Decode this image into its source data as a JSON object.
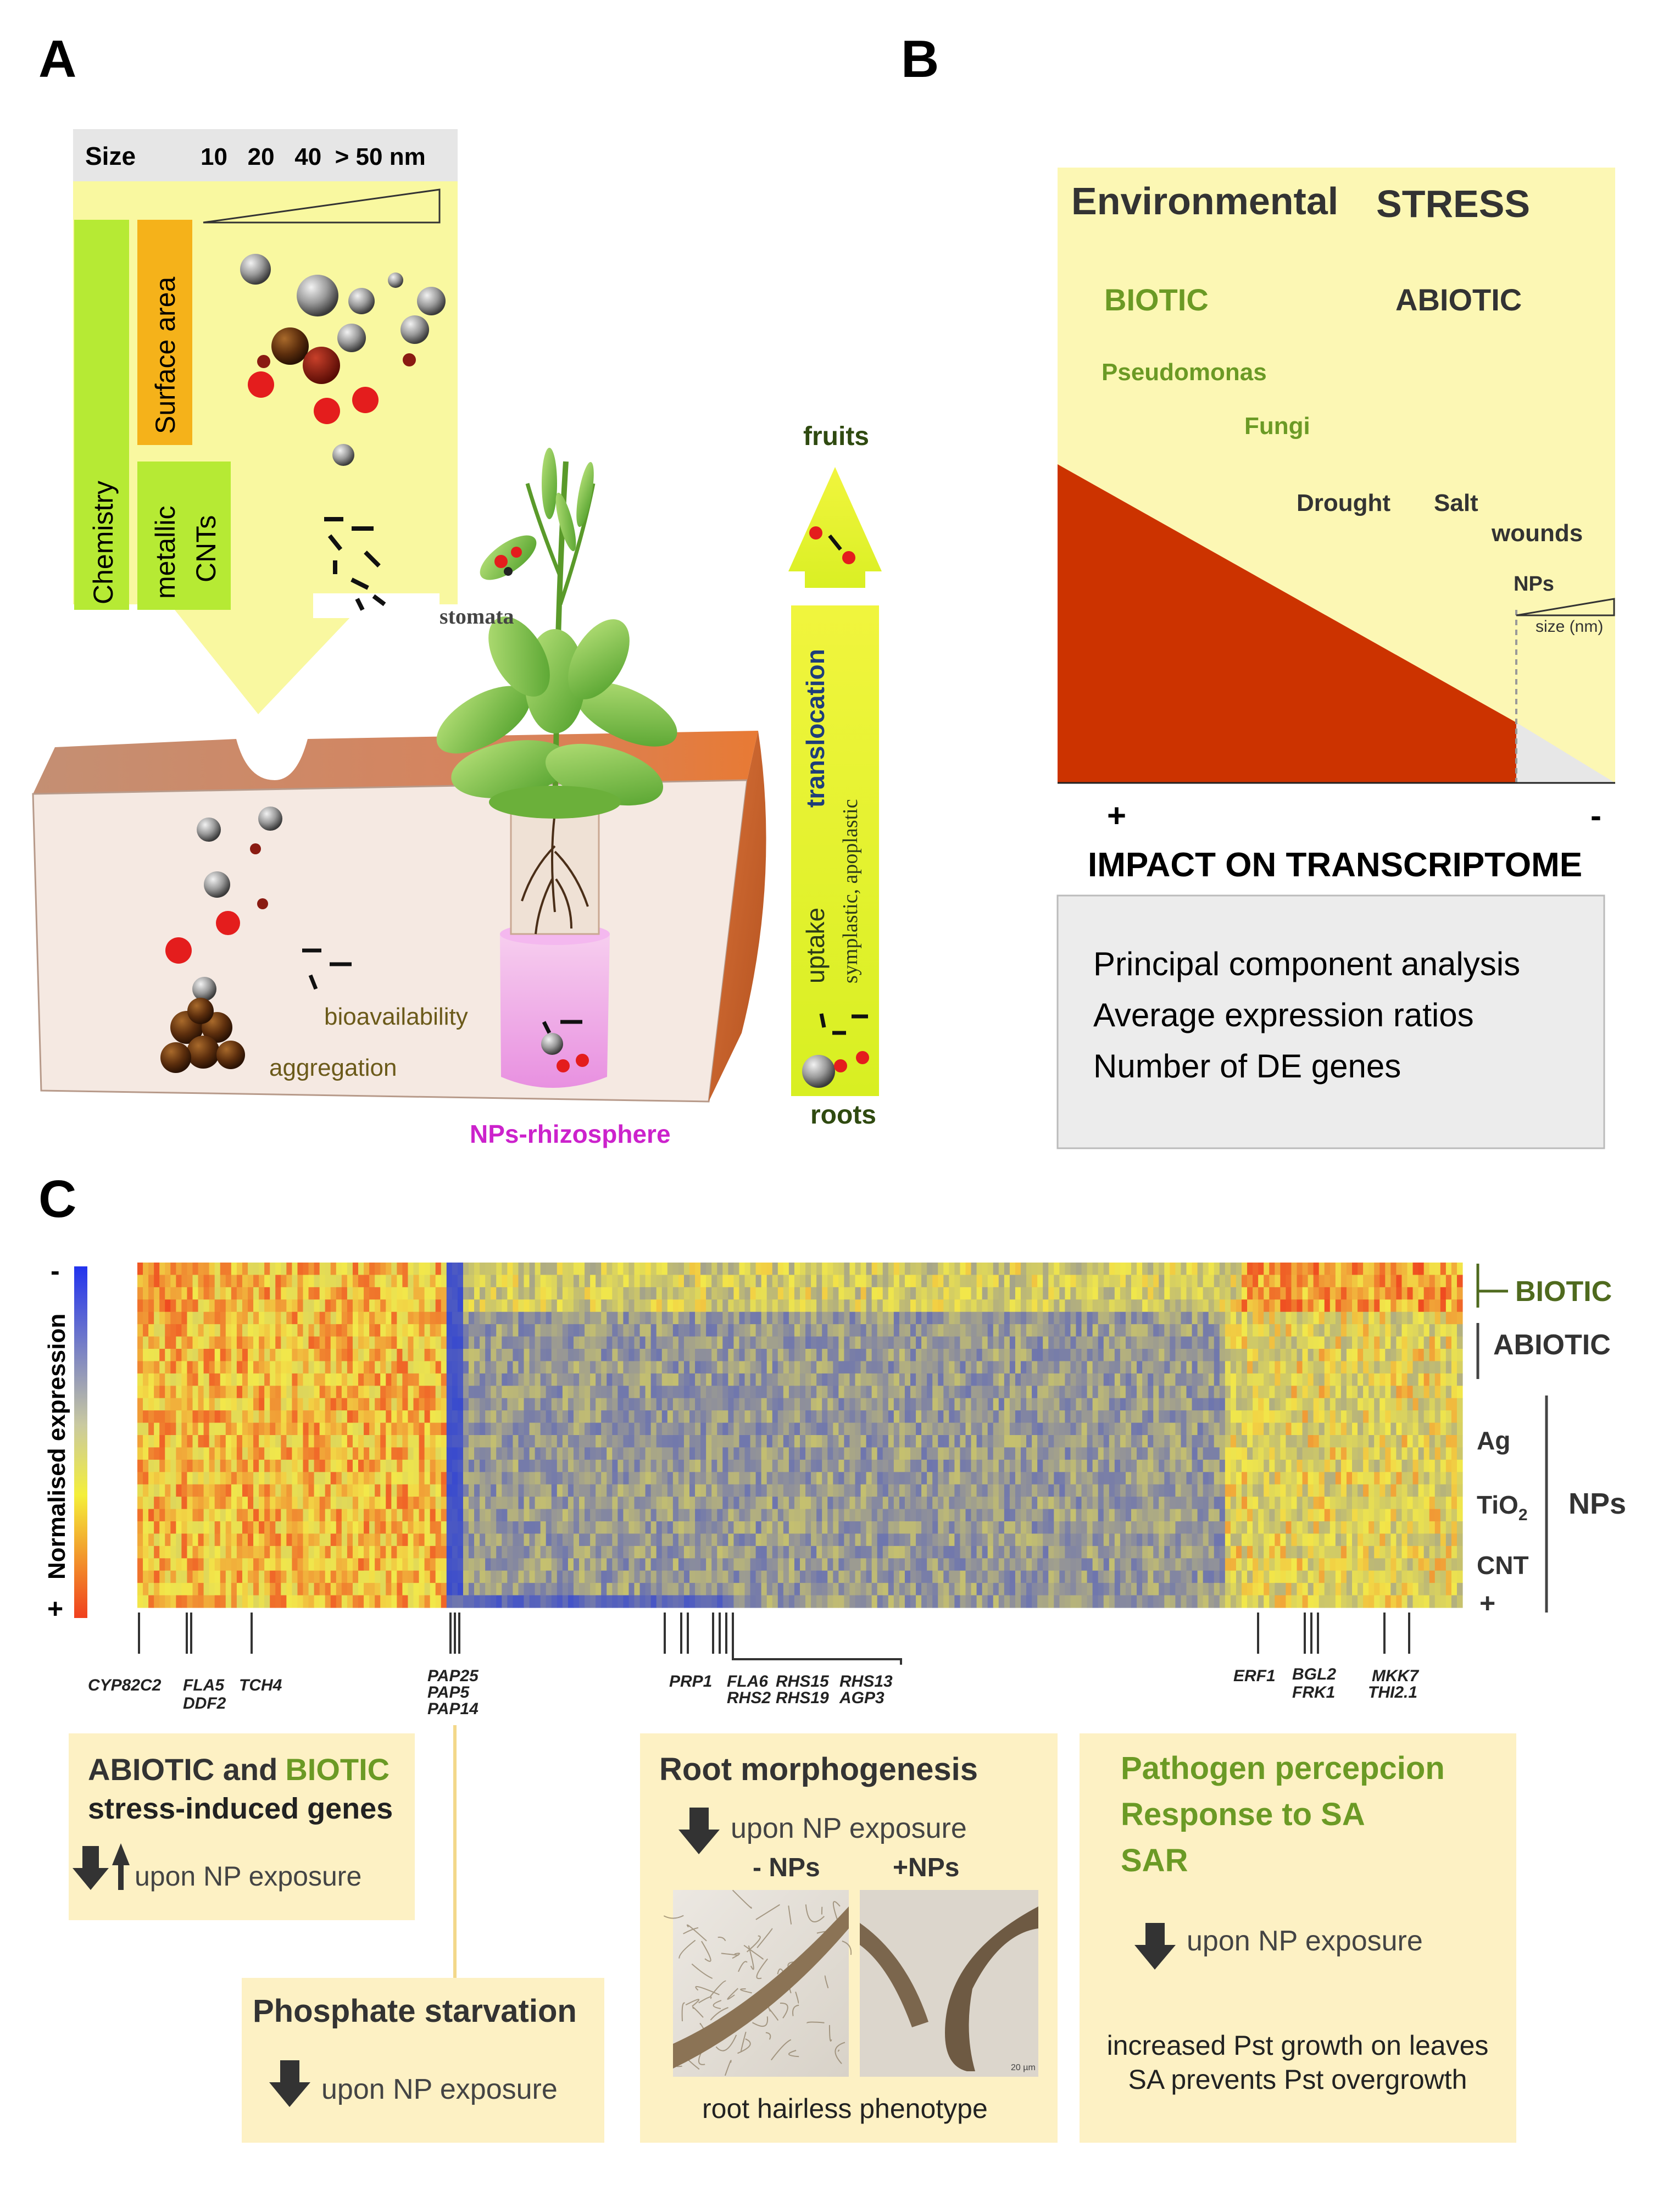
{
  "panels": {
    "a": "A",
    "b": "B",
    "c": "C"
  },
  "panel_a": {
    "size_label": "Size",
    "size_values": "10   20   40  > 50 nm",
    "chemistry": "Chemistry",
    "surface_area": "Surface area",
    "metallic": "metallic",
    "cnts": "CNTs",
    "stomata": "stomata",
    "bioavailability": "bioavailability",
    "aggregation": "aggregation",
    "rhizosphere": "NPs-rhizosphere",
    "fruits": "fruits",
    "roots": "roots",
    "translocation": "translocation",
    "uptake": "uptake",
    "symplastic": "symplastic, apoplastic"
  },
  "panel_b": {
    "title_left": "Environmental",
    "title_right": "STRESS",
    "biotic": "BIOTIC",
    "abiotic": "ABIOTIC",
    "pseudomonas": "Pseudomonas",
    "fungi": "Fungi",
    "drought": "Drought",
    "salt": "Salt",
    "wounds": "wounds",
    "nps": "NPs",
    "size_nm": "size (nm)",
    "plus": "+",
    "minus": "-",
    "impact": "IMPACT ON TRANSCRIPTOME",
    "methods": [
      "Principal component analysis",
      "Average expression ratios",
      "Number of DE genes"
    ]
  },
  "panel_c": {
    "scale_label": "Normalised expression",
    "scale_minus": "-",
    "scale_plus": "+",
    "biotic": "BIOTIC",
    "abiotic": "ABIOTIC",
    "ag": "Ag",
    "tio2": "TiO",
    "tio2_sub": "2",
    "cnt": "CNT",
    "plus": "+",
    "nps": "NPs",
    "genes": {
      "cyp": "CYP82C2",
      "fla5": "FLA5",
      "ddf2": "DDF2",
      "tch4": "TCH4",
      "pap25": "PAP25",
      "pap5": "PAP5",
      "pap14": "PAP14",
      "prp1": "PRP1",
      "fla6": "FLA6",
      "rhs2": "RHS2",
      "rhs15": "RHS15",
      "rhs19": "RHS19",
      "rhs13": "RHS13",
      "agp3": "AGP3",
      "erf1": "ERF1",
      "bgl2": "BGL2",
      "frk1": "FRK1",
      "mkk7": "MKK7",
      "thi21": "THI2.1"
    },
    "box1": {
      "abiotic": "ABIOTIC and",
      "biotic": "BIOTIC",
      "line2": "stress-induced genes",
      "exposure": "upon NP exposure"
    },
    "box2": {
      "title": "Phosphate starvation",
      "exposure": "upon NP exposure"
    },
    "box3": {
      "title": "Root morphogenesis",
      "exposure": "upon NP exposure",
      "minus_np": "- NPs",
      "plus_np": "+NPs",
      "scalebar": "20 µm",
      "caption": "root hairless phenotype"
    },
    "box4": {
      "l1": "Pathogen percepcion",
      "l2": "Response to SA",
      "l3": "SAR",
      "exposure": "upon NP exposure",
      "c1": "increased Pst growth on leaves",
      "c2": "SA prevents Pst overgrowth"
    }
  },
  "colors": {
    "green_text": "#6b9a25",
    "olive": "#4f6a1e",
    "impact_red": "#cc3300",
    "box_yellow": "#fdf5c0",
    "heat_blue": "#2b3fd6",
    "heat_yellow": "#f2e84a",
    "heat_red": "#ef4a20",
    "rhizo_magenta": "#d11ed8"
  }
}
